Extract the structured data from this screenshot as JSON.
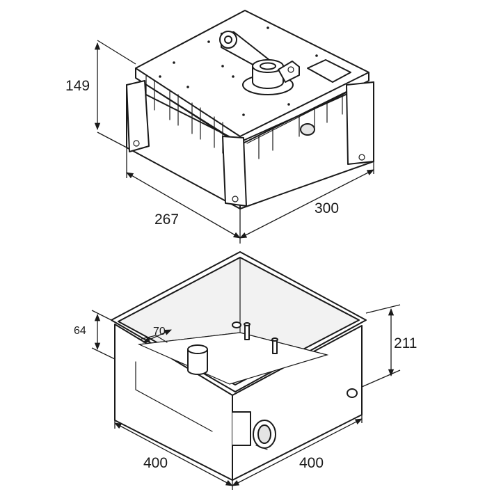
{
  "top_unit": {
    "height_label": "149",
    "depth_label": "267",
    "width_label": "300"
  },
  "foundation_box": {
    "rim_label": "64",
    "offset_label": "70",
    "height_label": "211",
    "depth_label": "400",
    "width_label": "400"
  }
}
